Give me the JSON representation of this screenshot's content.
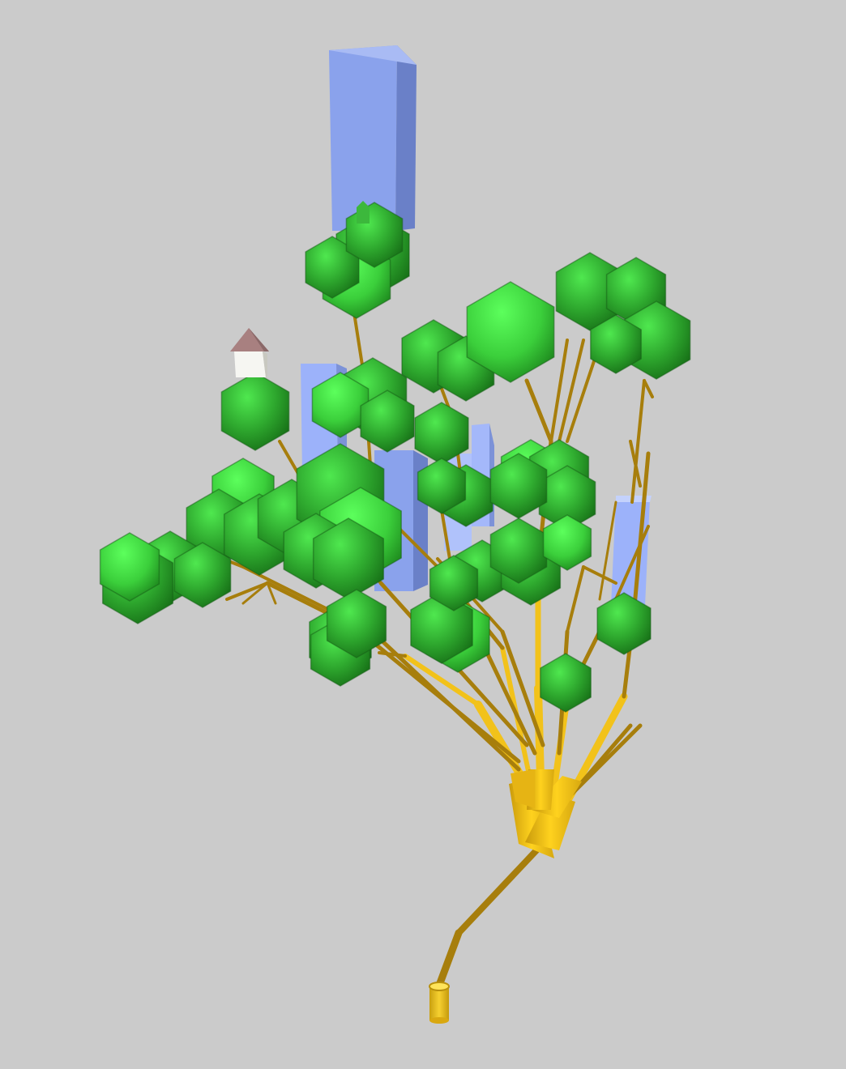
{
  "scene": {
    "background": "#cbcbcb",
    "colors": {
      "branch_light": "#f2c21a",
      "branch_dark": "#a77e0c",
      "foliage_light": "#50f050",
      "foliage_mid": "#2fae2f",
      "foliage_dark": "#155e15",
      "building_front": "#8aa2ec",
      "building_side": "#6a80c8",
      "building_top": "#b8c8fa",
      "house_wall": "#f6f6f2",
      "house_roof": "#a88080"
    },
    "objects": [
      "trunk",
      "branches",
      "foliage-clusters",
      "blue-towers",
      "small-house"
    ]
  }
}
